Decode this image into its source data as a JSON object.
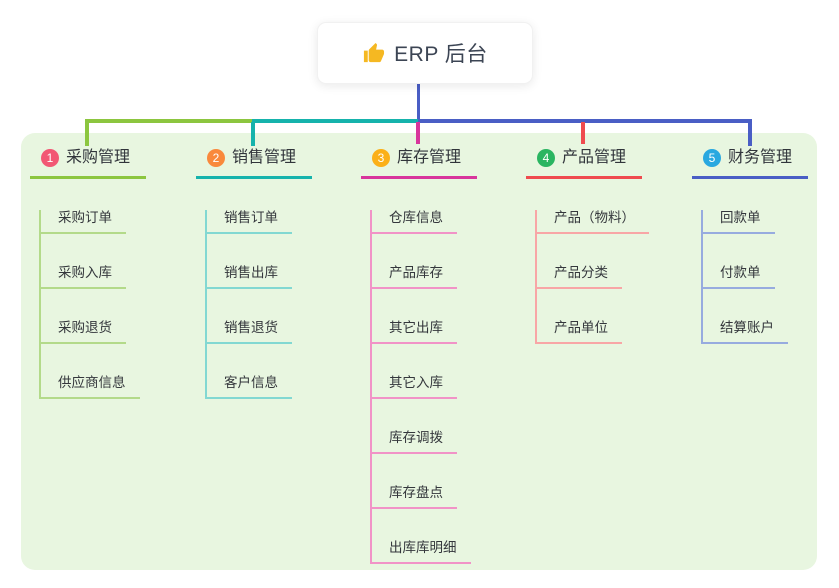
{
  "root": {
    "title": "ERP 后台",
    "icon": "thumbs-up-icon",
    "icon_color": "#f5b822",
    "card_background": "#ffffff"
  },
  "canvas": {
    "background": "#ffffff",
    "panel_background": "#e8f6e0"
  },
  "connector_color": "#4a5ec5",
  "branches": [
    {
      "index": "1",
      "title": "采购管理",
      "badge_color": "#f25874",
      "line_color": "#8cc63f",
      "item_line_color": "#b3da8a",
      "items": [
        "采购订单",
        "采购入库",
        "采购退货",
        "供应商信息"
      ]
    },
    {
      "index": "2",
      "title": "销售管理",
      "badge_color": "#f9893c",
      "line_color": "#16b3ac",
      "item_line_color": "#82d8d2",
      "items": [
        "销售订单",
        "销售出库",
        "销售退货",
        "客户信息"
      ]
    },
    {
      "index": "3",
      "title": "库存管理",
      "badge_color": "#fbb018",
      "line_color": "#d8359c",
      "item_line_color": "#f193c7",
      "items": [
        "仓库信息",
        "产品库存",
        "其它出库",
        "其它入库",
        "库存调拨",
        "库存盘点",
        "出库库明细"
      ]
    },
    {
      "index": "4",
      "title": "产品管理",
      "badge_color": "#2ab561",
      "line_color": "#ef4b4f",
      "item_line_color": "#f8a6a6",
      "items": [
        "产品（物料）",
        "产品分类",
        "产品单位"
      ]
    },
    {
      "index": "5",
      "title": "财务管理",
      "badge_color": "#29a8e0",
      "line_color": "#4a5ec5",
      "item_line_color": "#97abdf",
      "items": [
        "回款单",
        "付款单",
        "结算账户"
      ]
    }
  ]
}
